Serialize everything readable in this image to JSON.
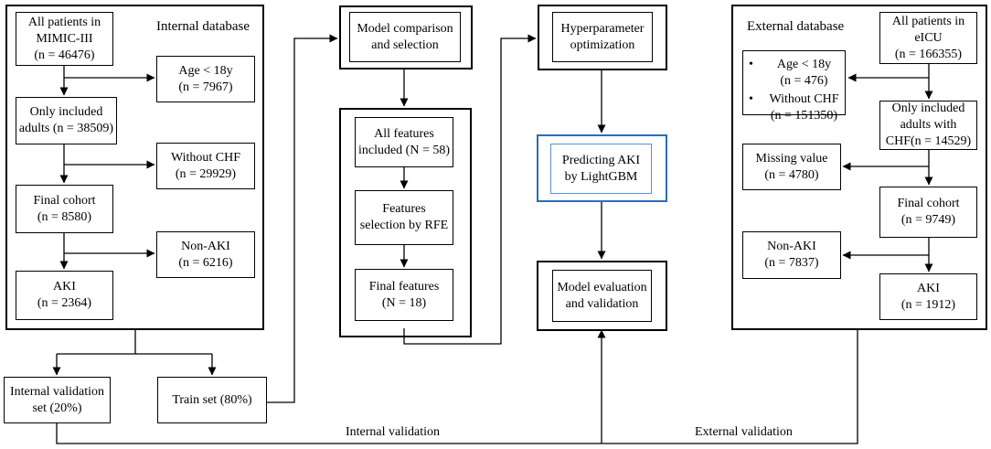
{
  "internal": {
    "title": "Internal database",
    "all_patients": "All patients in\nMIMIC-III\n(n = 46476)",
    "age_excl": "Age < 18y\n(n = 7967)",
    "adults": "Only included\nadults (n = 38509)",
    "without_chf": "Without CHF\n(n = 29929)",
    "final_cohort": "Final cohort\n(n = 8580)",
    "non_aki": "Non-AKI\n(n = 6216)",
    "aki": "AKI\n(n = 2364)"
  },
  "split": {
    "validation_set": "Internal validation\nset (20%)",
    "train_set": "Train set (80%)"
  },
  "model": {
    "comparison": "Model comparison\nand selection",
    "all_features": "All features\nincluded (N = 58)",
    "rfe": "Features\nselection by RFE",
    "final_features": "Final features\n(N = 18)",
    "hyperparameter": "Hyperparameter\noptimization",
    "predicting": "Predicting AKI\nby LightGBM",
    "evaluation": "Model evaluation\nand validation"
  },
  "external": {
    "title": "External database",
    "all_patients": "All patients in\neICU\n(n = 166355)",
    "exclusions": [
      "Age < 18y\n(n = 476)",
      "Without CHF\n(n = 151350)"
    ],
    "bullet": "•",
    "adults": "Only included\nadults with\nCHF(n = 14529)",
    "missing": "Missing value\n(n = 4780)",
    "final_cohort": "Final cohort\n(n = 9749)",
    "non_aki": "Non-AKI\n(n = 7837)",
    "aki": "AKI\n(n = 1912)"
  },
  "labels": {
    "internal_validation": "Internal validation",
    "external_validation": "External validation"
  },
  "colors": {
    "line": "#000000",
    "highlight_outer": "#2e6db5",
    "highlight_inner": "#5b8fd6"
  }
}
